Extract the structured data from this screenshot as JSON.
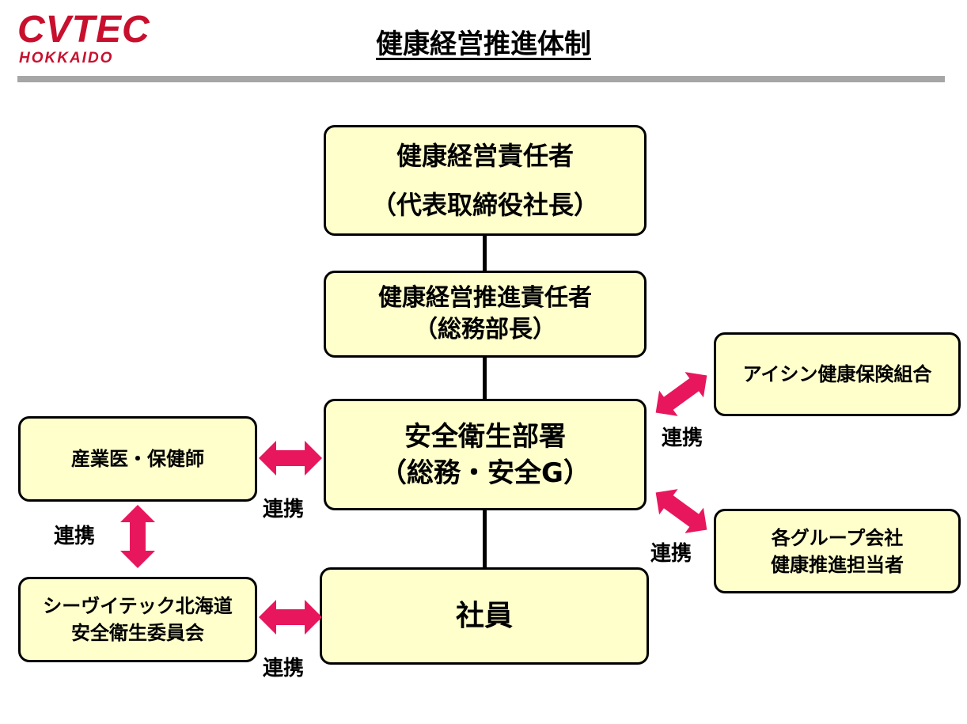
{
  "logo": {
    "main": "CVTEC",
    "sub": "HOKKAIDO"
  },
  "title": "健康経営推進体制",
  "colors": {
    "box_fill": "#ffffcc",
    "arrow": "#e8175d",
    "logo": "#c8102e",
    "header_bar": "#a6a6a6"
  },
  "boxes": {
    "ceo": {
      "line1": "健康経営責任者",
      "line2": "（代表取締役社長）"
    },
    "promoter": {
      "line1": "健康経営推進責任者",
      "line2": "（総務部長）"
    },
    "safety": {
      "line1": "安全衛生部署",
      "line2": "（総務・安全G）"
    },
    "employees": {
      "line1": "社員"
    },
    "doctor": {
      "line1": "産業医・保健師"
    },
    "committee": {
      "line1": "シーヴイテック北海道",
      "line2": "安全衛生委員会"
    },
    "insurance": {
      "line1": "アイシン健康保険組合"
    },
    "group": {
      "line1": "各グループ会社",
      "line2": "健康推進担当者"
    }
  },
  "links": {
    "doctor_safety": "連携",
    "committee_employees": "連携",
    "doctor_committee": "連携",
    "insurance_safety": "連携",
    "group_safety": "連携"
  }
}
